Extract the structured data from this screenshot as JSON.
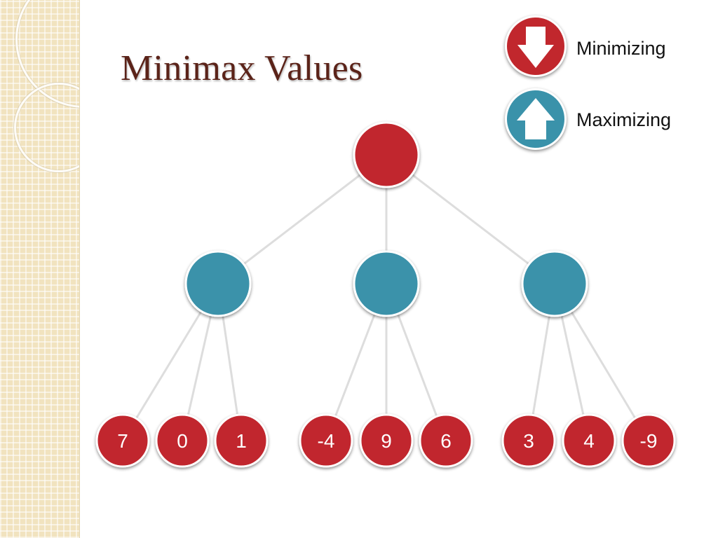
{
  "slide": {
    "title": "Minimax Values"
  },
  "legend": {
    "minimizing": {
      "label": "Minimizing",
      "color": "#c1272d",
      "icon": "arrow-down-icon"
    },
    "maximizing": {
      "label": "Maximizing",
      "color": "#3a92aa",
      "icon": "arrow-up-icon"
    }
  },
  "tree": {
    "root": {
      "type": "min",
      "value": ""
    },
    "max_nodes": [
      {
        "type": "max",
        "value": "",
        "leaves": [
          "7",
          "0",
          "1"
        ]
      },
      {
        "type": "max",
        "value": "",
        "leaves": [
          "-4",
          "9",
          "6"
        ]
      },
      {
        "type": "max",
        "value": "",
        "leaves": [
          "3",
          "4",
          "-9"
        ]
      }
    ],
    "leaf_type": "min"
  }
}
